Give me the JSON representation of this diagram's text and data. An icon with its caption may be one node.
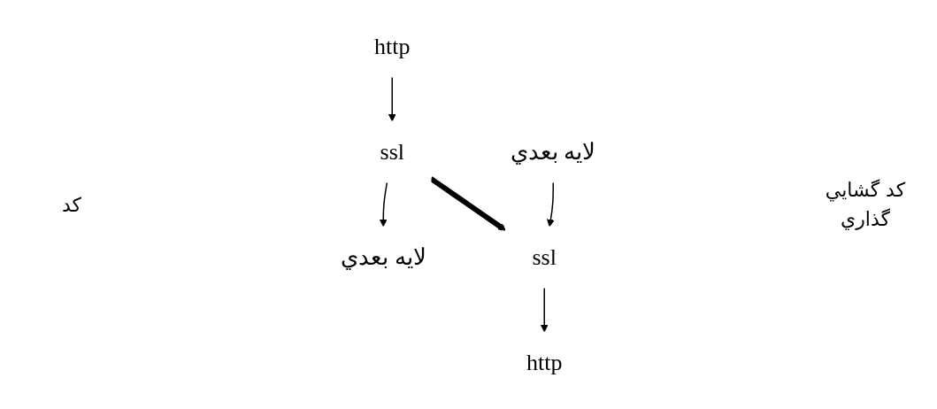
{
  "diagram": {
    "nodes": [
      {
        "text": [
          "http"
        ]
      },
      {
        "text": [
          "ssl"
        ]
      },
      {
        "text": [
          "لايه بعدي"
        ]
      },
      {
        "text": [
          "http"
        ]
      },
      {
        "text": [
          "ssl"
        ]
      },
      {
        "text": [
          "لايه بعدي"
        ]
      }
    ],
    "edges": [
      {
        "from": 0,
        "to": 1,
        "arrow": "to"
      },
      {
        "from": 1,
        "to": 2,
        "arrow": "to"
      },
      {
        "from": 1,
        "to": 4,
        "arrow": "to",
        "style": "thick"
      },
      {
        "from": 5,
        "to": 4,
        "arrow": "to"
      },
      {
        "from": 4,
        "to": 3,
        "arrow": "to"
      }
    ],
    "labels": [
      "کد",
      "کد گشايي",
      "گذاري"
    ]
  }
}
